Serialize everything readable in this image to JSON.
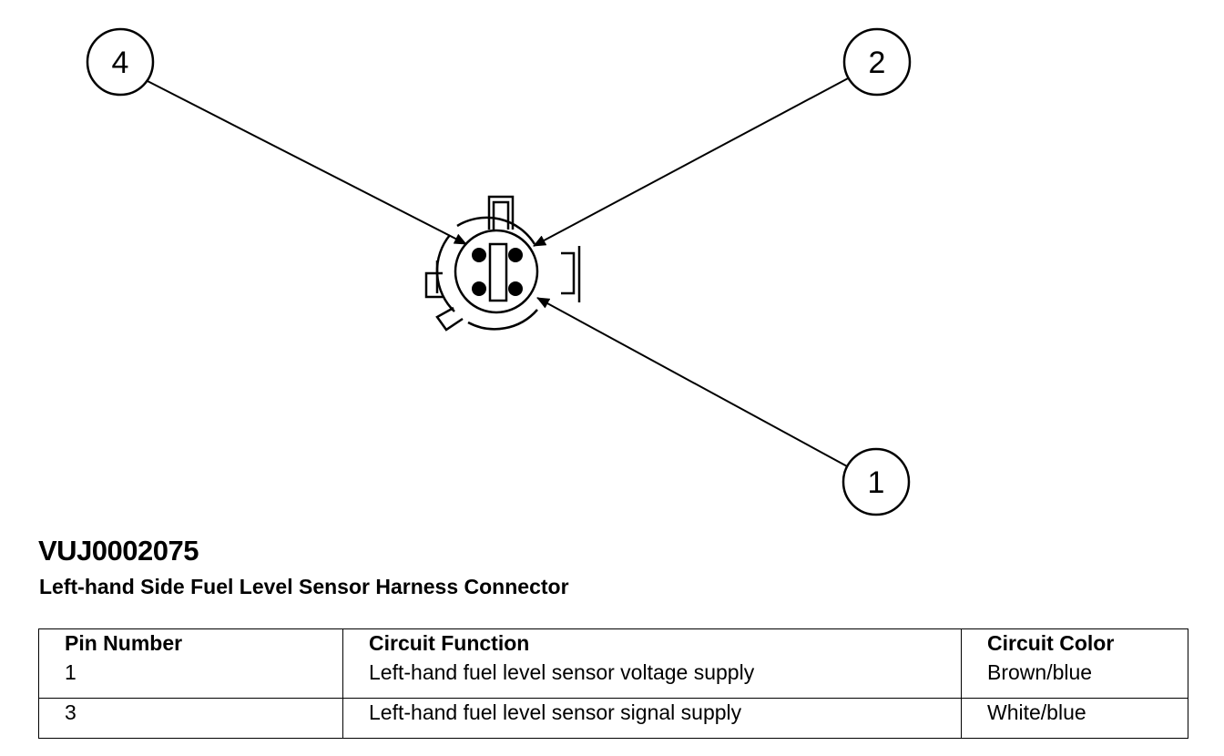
{
  "diagram": {
    "callouts": [
      {
        "id": "callout-4",
        "label": "4"
      },
      {
        "id": "callout-2",
        "label": "2"
      },
      {
        "id": "callout-1",
        "label": "1"
      }
    ]
  },
  "document": {
    "id": "VUJ0002075",
    "caption": "Left-hand Side Fuel Level Sensor Harness Connector"
  },
  "table": {
    "headers": [
      "Pin Number",
      "Circuit Function",
      "Circuit Color"
    ],
    "rows": [
      [
        "1",
        "Left-hand fuel level sensor voltage supply",
        "Brown/blue"
      ],
      [
        "3",
        "Left-hand fuel level sensor signal supply",
        "White/blue"
      ]
    ]
  },
  "colors": {
    "line": "#000000",
    "background": "#ffffff"
  }
}
